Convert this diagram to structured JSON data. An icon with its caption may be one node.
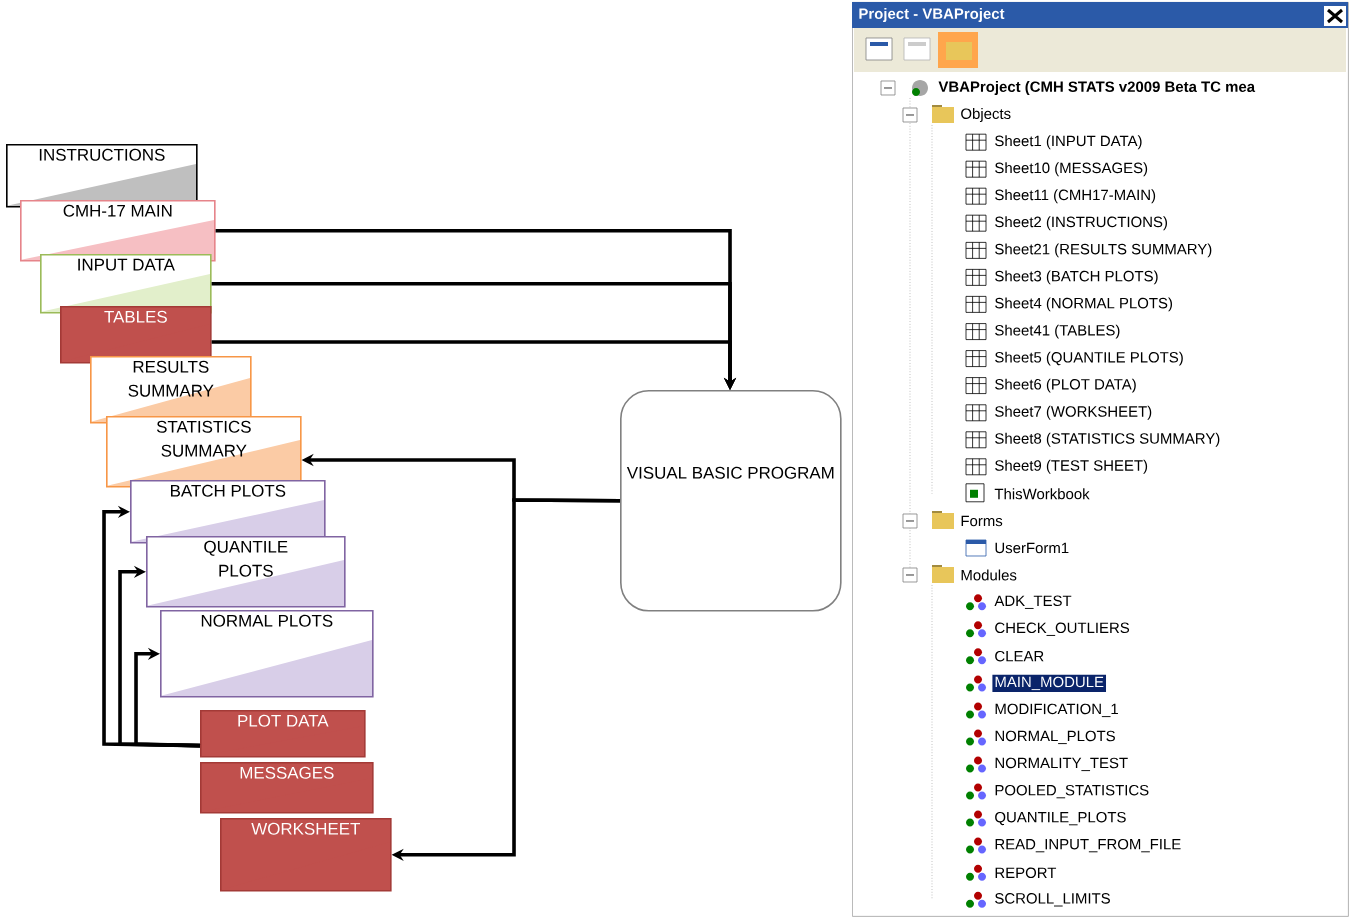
{
  "diagram": {
    "nodes": [
      {
        "text": [
          "INSTRUCTIONS"
        ]
      },
      {
        "text": [
          "CMH-17 MAIN"
        ]
      },
      {
        "text": [
          "INPUT DATA"
        ]
      },
      {
        "text": [
          "TABLES"
        ]
      },
      {
        "text": [
          "RESULTS SUMMARY"
        ]
      },
      {
        "text": [
          "STATISTICS SUMMARY"
        ]
      },
      {
        "text": [
          "BATCH PLOTS"
        ]
      },
      {
        "text": [
          "QUANTILE PLOTS"
        ]
      },
      {
        "text": [
          "NORMAL PLOTS"
        ]
      },
      {
        "text": [
          "PLOT DATA"
        ]
      },
      {
        "text": [
          "MESSAGES"
        ]
      },
      {
        "text": [
          "WORKSHEET"
        ]
      },
      {
        "text": [
          "VISUAL BASIC PROGRAM"
        ]
      },
      {
        "text": [
          "Project - VBAProject",
          "VBAProject (CMH STATS v2009 Beta TC mea",
          "Objects",
          "Sheet1 (INPUT DATA)",
          "Sheet10 (MESSAGES)",
          "Sheet11 (CMH17-MAIN)",
          "Sheet2 (INSTRUCTIONS)",
          "Sheet21 (RESULTS SUMMARY)",
          "Sheet3 (BATCH PLOTS)",
          "Sheet4 (NORMAL PLOTS)",
          "Sheet41 (TABLES)",
          "Sheet5 (QUANTILE PLOTS)",
          "Sheet6 (PLOT DATA)",
          "Sheet7 (WORKSHEET)",
          "Sheet8 (STATISTICS SUMMARY)",
          "Sheet9 (TEST SHEET)",
          "ThisWorkbook",
          "Forms",
          "UserForm1",
          "Modules",
          "ADK_TEST",
          "CHECK_OUTLIERS",
          "CLEAR",
          "MAIN_MODULE",
          "MODIFICATION_1",
          "NORMAL_PLOTS",
          "NORMALITY_TEST",
          "POOLED_STATISTICS",
          "QUANTILE_PLOTS",
          "READ_INPUT_FROM_FILE",
          "REPORT",
          "SCROLL_LIMITS"
        ]
      }
    ],
    "edges": [
      {
        "from": 1,
        "to": 12,
        "arrow": "to"
      },
      {
        "from": 2,
        "to": 12,
        "arrow": "to"
      },
      {
        "from": 3,
        "to": 12,
        "arrow": "to"
      },
      {
        "from": 12,
        "to": 5,
        "arrow": "to"
      },
      {
        "from": 12,
        "to": 11,
        "arrow": "to"
      },
      {
        "from": 9,
        "to": 6,
        "arrow": "to"
      },
      {
        "from": 9,
        "to": 7,
        "arrow": "to"
      },
      {
        "from": 9,
        "to": 8,
        "arrow": "to"
      }
    ]
  }
}
